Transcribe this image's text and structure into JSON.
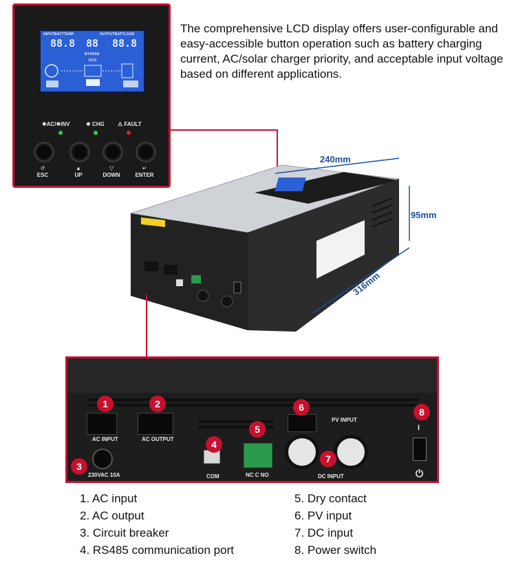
{
  "headline": "The comprehensive LCD display offers user-configurable and easy-accessible button operation such as battery charging current, AC/solar charger priority, and acceptable input voltage based on different applications.",
  "lcd": {
    "top_left_label": "INPUTBATTTEMP",
    "top_right_label": "OUTPUTBATTLOAD",
    "left_digits": "88.8",
    "mid_digits": "88",
    "right_digits": "88.8",
    "bypass_label": "BYPASS",
    "eco_label": "ECO"
  },
  "indicators": [
    {
      "label": "✵AC/✵INV",
      "color": "#2bd13a"
    },
    {
      "label": "✵ CHG",
      "color": "#2bd13a"
    },
    {
      "label": "⚠ FAULT",
      "color": "#e02020"
    }
  ],
  "buttons": [
    {
      "symbol": "↺",
      "label": "ESC"
    },
    {
      "symbol": "▲",
      "label": "UP"
    },
    {
      "symbol": "▽",
      "label": "DOWN"
    },
    {
      "symbol": "↵",
      "label": "ENTER"
    }
  ],
  "dimensions": {
    "width": "240mm",
    "height": "95mm",
    "depth": "316mm"
  },
  "panel": {
    "ac_input": "AC INPUT",
    "ac_output": "AC OUTPUT",
    "breaker": "230VAC 10A",
    "com": "COM",
    "dry_contact": "NC C NO",
    "pv_input": "PV INPUT",
    "dc_input": "DC INPUT",
    "switch_on": "I",
    "power_symbol": "⏻"
  },
  "badges": [
    "1",
    "2",
    "3",
    "4",
    "5",
    "6",
    "7",
    "8"
  ],
  "legend_left": [
    "1. AC input",
    "2. AC output",
    "3. Circuit breaker",
    "4. RS485 communication port"
  ],
  "legend_right": [
    "5. Dry contact",
    "6. PV input",
    "7. DC input",
    "8. Power switch"
  ],
  "colors": {
    "accent": "#c8102e",
    "dimension": "#1a4fa0",
    "lcd": "#2b5fd6"
  }
}
